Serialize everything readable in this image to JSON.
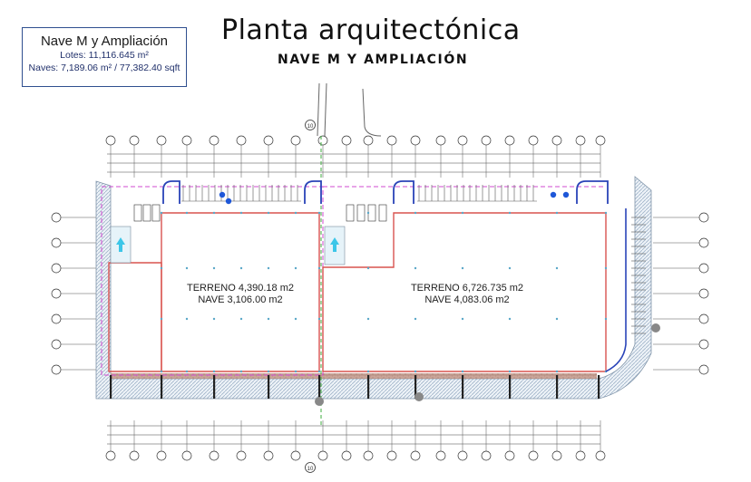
{
  "info_box": {
    "title": "Nave M y Ampliación",
    "lotes": "Lotes: 11,116.645 m²",
    "naves": "Naves: 7,189.06 m² / 77,382.40 sqft"
  },
  "header": {
    "title": "Planta arquitectónica",
    "subtitle": "NAVE M Y AMPLIACIÓN"
  },
  "plan": {
    "left_area": {
      "terreno": "TERRENO 4,390.18 m2",
      "nave": "NAVE 3,106.00 m2"
    },
    "right_area": {
      "terreno": "TERRENO 6,726.735 m2",
      "nave": "NAVE 4,083.06 m2"
    },
    "grid_marker": "10",
    "colors": {
      "wall": "#d9534f",
      "hatch": "#9fb3c8",
      "pink_dashed": "#d14bd1",
      "green_dashed": "#3fae3f",
      "blue_curve": "#2a44b8",
      "cyan_arrow": "#3cc6e8"
    }
  }
}
